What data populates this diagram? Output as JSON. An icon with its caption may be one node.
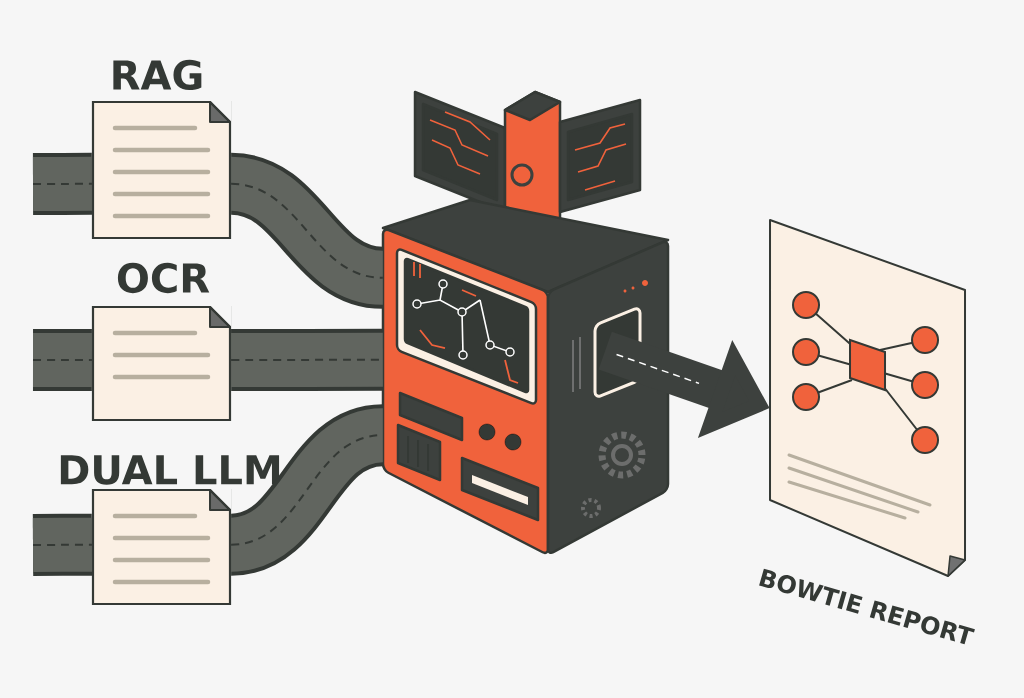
{
  "diagram": {
    "nodes": [
      {
        "text": [
          "RAG"
        ]
      },
      {
        "text": [
          "OCR"
        ]
      },
      {
        "text": [
          "DUAL LLM"
        ]
      },
      {
        "text": [],
        "shape": "picture"
      },
      {
        "text": [
          "BOWTIE REPORT"
        ]
      }
    ],
    "edges": [
      {
        "from": null,
        "to": 0,
        "arrow": "none"
      },
      {
        "from": 0,
        "to": 3,
        "arrow": "none"
      },
      {
        "from": null,
        "to": 1,
        "arrow": "none"
      },
      {
        "from": 1,
        "to": 3,
        "arrow": "none"
      },
      {
        "from": null,
        "to": 2,
        "arrow": "none"
      },
      {
        "from": 2,
        "to": 3,
        "arrow": "none"
      },
      {
        "from": 3,
        "to": 4,
        "arrow": "to"
      }
    ]
  }
}
